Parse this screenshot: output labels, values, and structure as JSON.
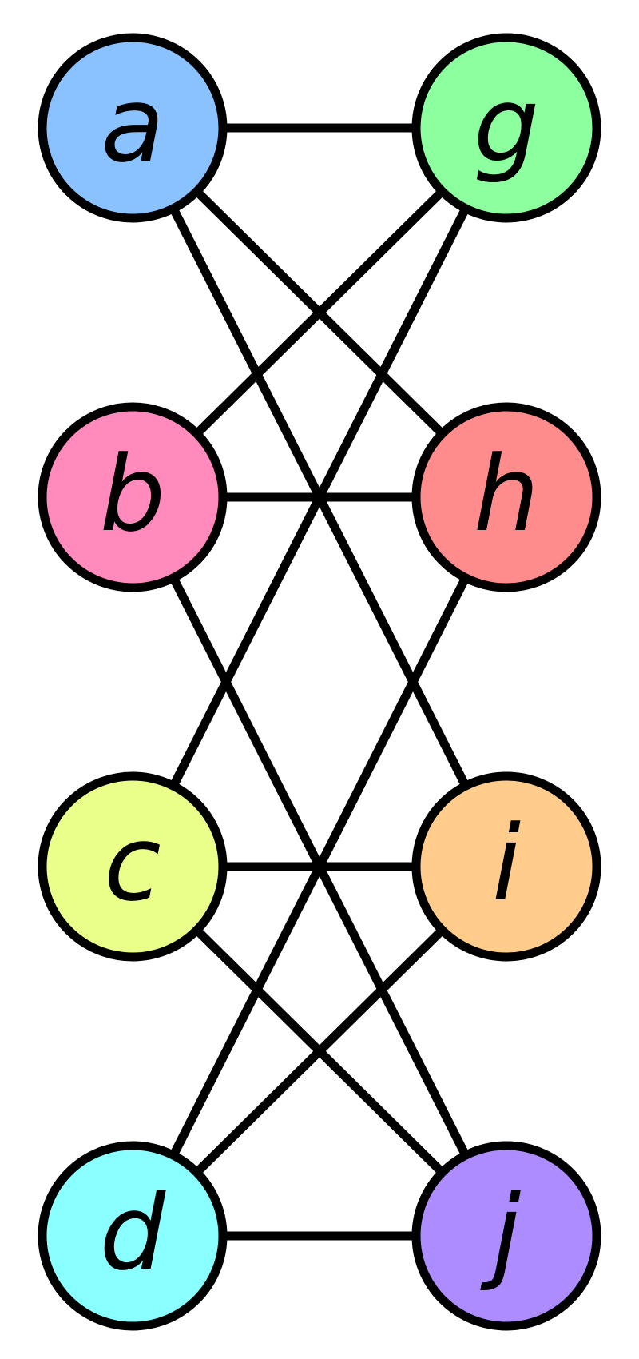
{
  "nodes": [
    {
      "id": "a",
      "label": "a",
      "color": "#8ac2ff"
    },
    {
      "id": "b",
      "label": "b",
      "color": "#ff8abb"
    },
    {
      "id": "c",
      "label": "c",
      "color": "#eaff8a"
    },
    {
      "id": "d",
      "label": "d",
      "color": "#8affff"
    },
    {
      "id": "g",
      "label": "g",
      "color": "#8cff9f"
    },
    {
      "id": "h",
      "label": "h",
      "color": "#ff8c8c"
    },
    {
      "id": "i",
      "label": "i",
      "color": "#ffcc8c"
    },
    {
      "id": "j",
      "label": "j",
      "color": "#ad8cff"
    }
  ],
  "edges": [
    [
      "a",
      "g"
    ],
    [
      "a",
      "h"
    ],
    [
      "a",
      "i"
    ],
    [
      "b",
      "g"
    ],
    [
      "b",
      "h"
    ],
    [
      "b",
      "j"
    ],
    [
      "c",
      "g"
    ],
    [
      "c",
      "i"
    ],
    [
      "c",
      "j"
    ],
    [
      "d",
      "h"
    ],
    [
      "d",
      "i"
    ],
    [
      "d",
      "j"
    ]
  ],
  "line_color": "#000000"
}
